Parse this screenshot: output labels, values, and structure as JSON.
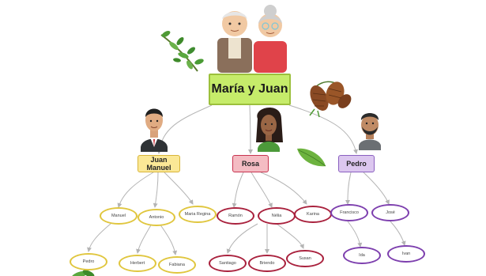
{
  "tree": {
    "root": {
      "label": "María y Juan"
    },
    "children": [
      {
        "label": "Juan Manuel",
        "color": "#fbe896",
        "grandchildren": [
          "Manuel",
          "Antonio",
          "Maria Regina"
        ],
        "great_grandchildren": [
          "Pedro",
          "Herbert",
          "Fabiana"
        ]
      },
      {
        "label": "Rosa",
        "color": "#f4bcc3",
        "grandchildren": [
          "Ramón",
          "Nélia",
          "Karina"
        ],
        "great_grandchildren": [
          "Santiago",
          "Briendo",
          "Susan"
        ]
      },
      {
        "label": "Pedro",
        "color": "#dcc7ef",
        "grandchildren": [
          "Francisco",
          "José"
        ],
        "great_grandchildren": [
          "Ida",
          "Ivan"
        ]
      }
    ]
  },
  "colors": {
    "root_fill": "#c6ec6a",
    "connector": "#b4b4b4",
    "yellow_border": "#e0c63e",
    "red_border": "#a9213d",
    "purple_border": "#7d3fae"
  },
  "icons": [
    "grandparents-illustration",
    "olive-branch-icon",
    "pine-cone-icon",
    "leaf-icon",
    "man-avatar",
    "woman-avatar",
    "bearded-man-avatar"
  ]
}
